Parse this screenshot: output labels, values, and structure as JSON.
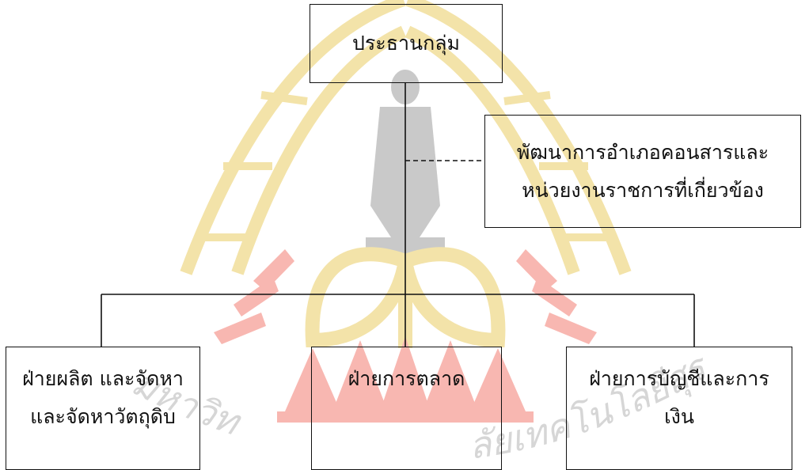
{
  "org_chart": {
    "chairman": "ประธานกลุ่ม",
    "advisor": "พัฒนาการอำเภอคอนสารและ\nหน่วยงานราชการที่เกี่ยวข้อง",
    "departments": [
      "ฝ่ายผลิต และจัดหา\nและจัดหาวัตถุดิบ",
      "ฝ่ายการตลาด",
      "ฝ่ายการบัญชีและการ\nเงิน"
    ]
  },
  "watermark": {
    "seal_lettering_left": "มหาวิท",
    "seal_lettering_right": "ลัยเทคโนโลยีสุรนารี"
  },
  "colors": {
    "line": "#111111",
    "seal_gold": "#f3e3a9",
    "seal_red": "#f8b7b1",
    "seal_figure": "#c9c9c9",
    "seal_text": "#d6d6d6"
  }
}
